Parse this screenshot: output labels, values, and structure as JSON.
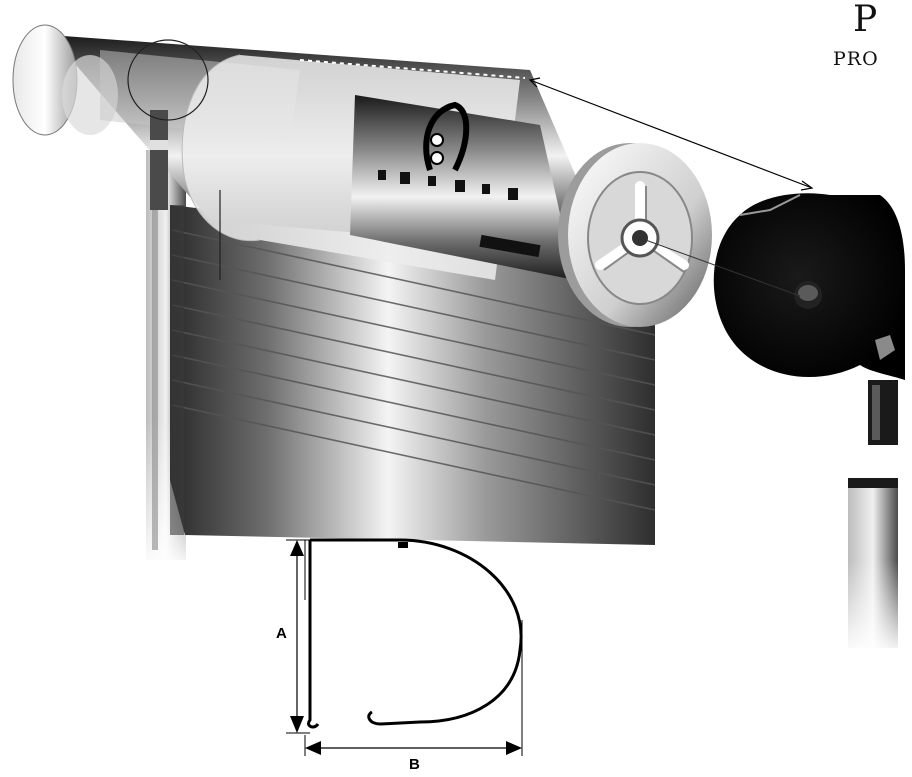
{
  "title": {
    "letter": "P",
    "subtitle": "PRO"
  },
  "dimensions": {
    "a_label": "A",
    "b_label": "B"
  },
  "colors": {
    "ink": "#000000",
    "background": "#ffffff",
    "metal_light": "#eeeeee",
    "metal_dark": "#3a3a3a"
  }
}
